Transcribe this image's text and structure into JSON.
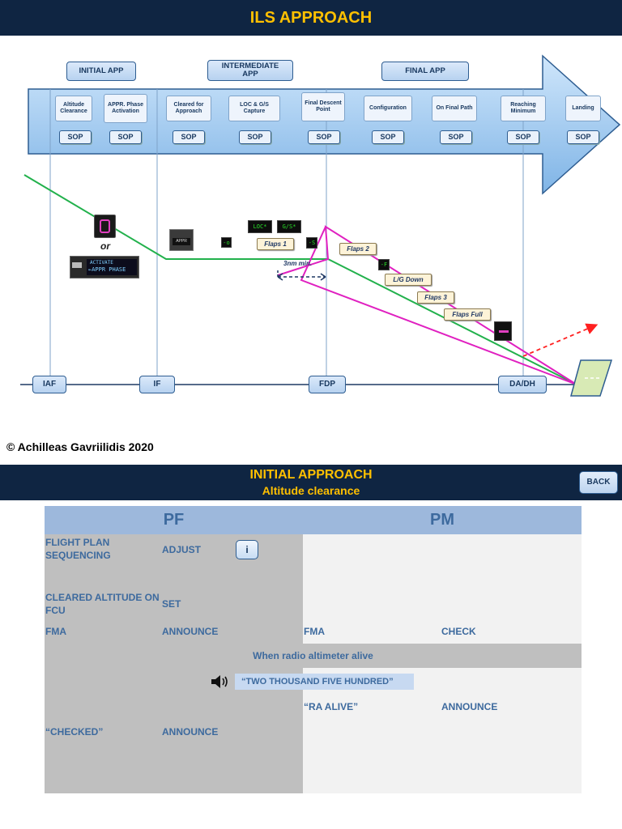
{
  "header": {
    "title": "ILS APPROACH"
  },
  "phases": [
    {
      "label": "INITIAL APP"
    },
    {
      "label": "INTERMEDIATE APP"
    },
    {
      "label": "FINAL APP"
    }
  ],
  "steps": [
    {
      "label": "Altitude Clearance"
    },
    {
      "label": "APPR. Phase Activation"
    },
    {
      "label": "Cleared for Approach"
    },
    {
      "label": "LOC & G/S Capture"
    },
    {
      "label": "Final Descent Point"
    },
    {
      "label": "Configuration"
    },
    {
      "label": "On Final Path"
    },
    {
      "label": "Reaching Minimum"
    },
    {
      "label": "Landing"
    }
  ],
  "sop_label": "SOP",
  "fixes": [
    {
      "label": "IAF"
    },
    {
      "label": "IF"
    },
    {
      "label": "FDP"
    },
    {
      "label": "DA/DH"
    }
  ],
  "diagram": {
    "or_label": "or",
    "distance_label": "3nm min.",
    "flaps": [
      {
        "label": "Flaps 1"
      },
      {
        "label": "Flaps 2"
      },
      {
        "label": "L/G Down"
      },
      {
        "label": "Flaps 3"
      },
      {
        "label": "Flaps Full"
      }
    ],
    "annunciators": {
      "appr": "APPR",
      "loc": "LOC*",
      "gs": "G/S*",
      "activate": "ACTIVATE",
      "appr_phase": "←APPR PHASE",
      "o_speed": "-o",
      "s_speed": "-S",
      "f_speed": "-F"
    },
    "colors": {
      "lateral_path": "#22b14c",
      "vertical_path": "#e020c0",
      "go_around": "#ff2020",
      "timeline_arrow": "#a9cff0"
    }
  },
  "copyright": "© Achilleas Gavriilidis 2020",
  "panel": {
    "title": "INITIAL APPROACH",
    "subtitle": "Altitude clearance",
    "back_label": "BACK",
    "info_label": "i",
    "pf_header": "PF",
    "pm_header": "PM",
    "rows": {
      "r1_pf_item": "FLIGHT PLAN SEQUENCING",
      "r1_pf_action": "ADJUST",
      "r2_pf_item": "CLEARED ALTITUDE ON FCU",
      "r2_pf_action": "SET",
      "r3_pf_item": "FMA",
      "r3_pf_action": "ANNOUNCE",
      "r3_pm_item": "FMA",
      "r3_pm_action": "CHECK",
      "condition": "When radio altimeter  alive",
      "callout": "“TWO THOUSAND FIVE HUNDRED”",
      "r5_pm_item": "“RA ALIVE”",
      "r5_pm_action": "ANNOUNCE",
      "r6_pf_item": "“CHECKED”",
      "r6_pf_action": "ANNOUNCE"
    }
  }
}
